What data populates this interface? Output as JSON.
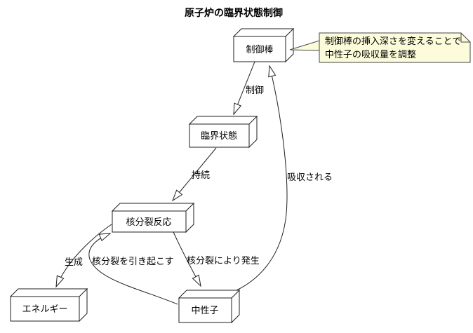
{
  "diagram": {
    "title": "原子炉の臨界状態制御",
    "type": "directed-graph",
    "nodes": [
      {
        "id": "control-rod",
        "label": "制御棒"
      },
      {
        "id": "critical-state",
        "label": "臨界状態"
      },
      {
        "id": "fission-reaction",
        "label": "核分裂反応"
      },
      {
        "id": "energy",
        "label": "エネルギー"
      },
      {
        "id": "neutron",
        "label": "中性子"
      }
    ],
    "edges": [
      {
        "from": "制御棒",
        "to": "臨界状態",
        "label": "制御"
      },
      {
        "from": "臨界状態",
        "to": "核分裂反応",
        "label": "持続"
      },
      {
        "from": "核分裂反応",
        "to": "エネルギー",
        "label": "生成"
      },
      {
        "from": "中性子",
        "to": "核分裂反応",
        "label": "核分裂を引き起こす"
      },
      {
        "from": "核分裂反応",
        "to": "中性子",
        "label": "核分裂により発生"
      },
      {
        "from": "中性子",
        "to": "制御棒",
        "label": "吸収される"
      }
    ],
    "note": {
      "target": "制御棒",
      "line1": "制御棒の挿入深さを変えることで",
      "line2": "中性子の吸収量を調整"
    },
    "colors": {
      "background": "#ffffff",
      "node_fill": "#ffffff",
      "line": "#1f1f1f",
      "text": "#000000",
      "note_fill": "#fcfcdb",
      "note_border": "#444444"
    }
  }
}
